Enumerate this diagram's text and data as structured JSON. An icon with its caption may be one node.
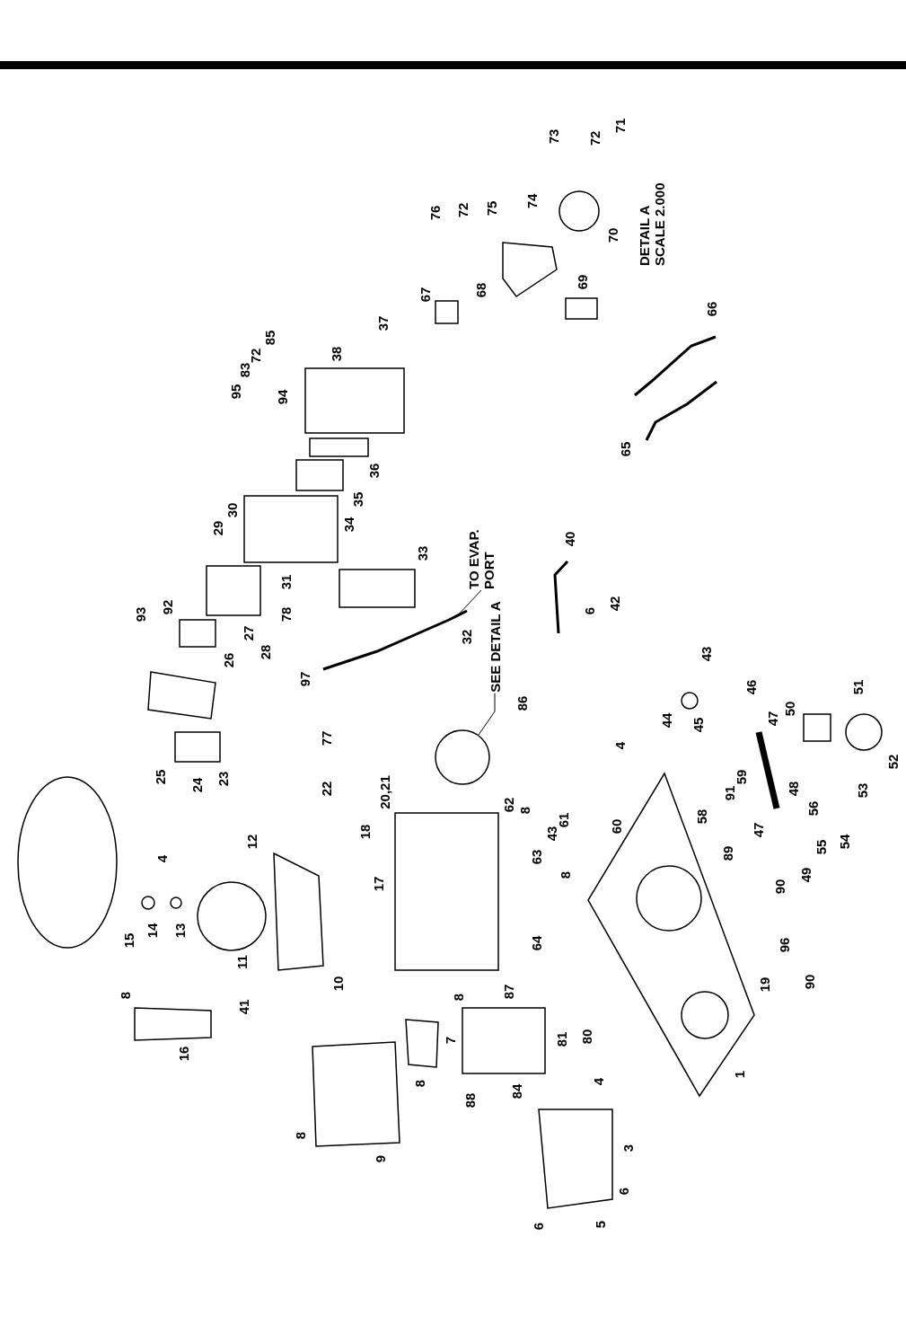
{
  "diagram": {
    "nodes": [
      {
        "text": [
          "TO EVAP. PORT"
        ]
      },
      {
        "text": [
          "SEE DETAIL A"
        ]
      }
    ],
    "edges": [
      {
        "from": 0,
        "to": null,
        "arrow": "none"
      },
      {
        "from": 1,
        "to": null,
        "arrow": "none"
      }
    ],
    "labels": [
      "76",
      "72",
      "75",
      "74",
      "73",
      "72",
      "71",
      "70",
      "DETAIL A SCALE 2.000",
      "67",
      "68",
      "69",
      "66",
      "65",
      "85",
      "72",
      "83",
      "95",
      "94",
      "38",
      "37",
      "36",
      "35",
      "34",
      "30",
      "29",
      "31",
      "33",
      "93",
      "92",
      "27",
      "78",
      "28",
      "26",
      "97",
      "32",
      "40",
      "42",
      "6",
      "77",
      "25",
      "24",
      "23",
      "22",
      "20,21",
      "86",
      "43",
      "46",
      "44",
      "45",
      "47",
      "50",
      "51",
      "52",
      "48",
      "53",
      "59",
      "91",
      "58",
      "56",
      "47",
      "55",
      "54",
      "49",
      "89",
      "90",
      "4",
      "60",
      "61",
      "62",
      "8",
      "43",
      "63",
      "8",
      "18",
      "12",
      "4",
      "17",
      "14",
      "13",
      "15",
      "11",
      "10",
      "64",
      "96",
      "19",
      "90",
      "8",
      "41",
      "8",
      "87",
      "7",
      "81",
      "80",
      "16",
      "8",
      "88",
      "84",
      "4",
      "1",
      "8",
      "3",
      "9",
      "6",
      "6",
      "5"
    ]
  }
}
